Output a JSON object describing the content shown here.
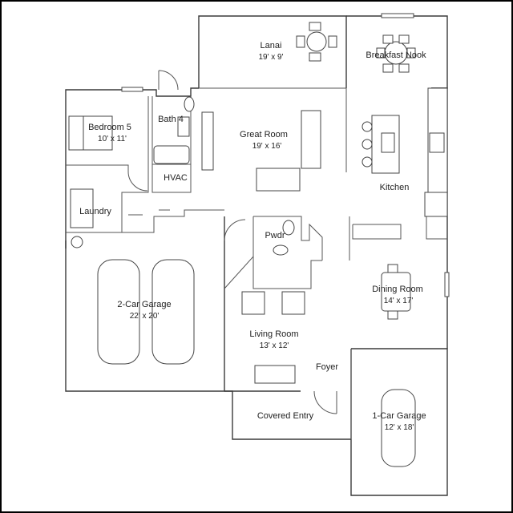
{
  "rooms": {
    "lanai": {
      "name": "Lanai",
      "size": "19' x 9'"
    },
    "breakfast_nook": {
      "name": "Breakfast Nook"
    },
    "bath4": {
      "name": "Bath 4"
    },
    "bedroom5": {
      "name": "Bedroom 5",
      "size": "10' x 11'"
    },
    "great_room": {
      "name": "Great Room",
      "size": "19' x 16'"
    },
    "hvac": {
      "name": "HVAC"
    },
    "kitchen": {
      "name": "Kitchen"
    },
    "laundry": {
      "name": "Laundry"
    },
    "pwdr": {
      "name": "Pwdr"
    },
    "garage2": {
      "name": "2-Car Garage",
      "size": "22' x 20'"
    },
    "dining": {
      "name": "Dining Room",
      "size": "14' x 17'"
    },
    "living": {
      "name": "Living Room",
      "size": "13' x 12'"
    },
    "foyer": {
      "name": "Foyer"
    },
    "covered_entry": {
      "name": "Covered Entry"
    },
    "garage1": {
      "name": "1-Car Garage",
      "size": "12' x 18'"
    }
  }
}
